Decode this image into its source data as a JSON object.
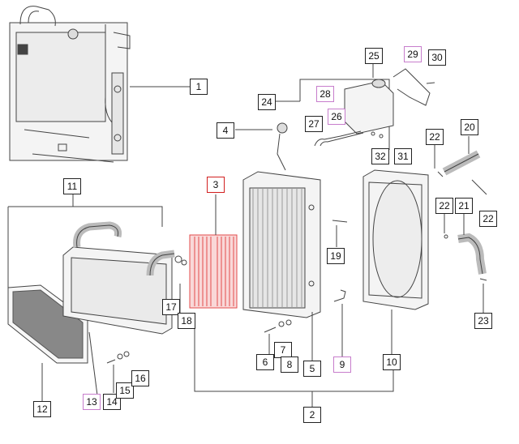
{
  "diagram": {
    "colors": {
      "line": "#444444",
      "callout_border": "#222222",
      "callout_highlight_pink": "#c77dcc",
      "callout_highlight_red": "#d21f1f",
      "filter_red": "#e34b4b",
      "part_fill": "#f4f4f4"
    },
    "callouts": [
      {
        "id": "c1",
        "label": "1",
        "style": "plain"
      },
      {
        "id": "c2",
        "label": "2",
        "style": "plain"
      },
      {
        "id": "c3",
        "label": "3",
        "style": "red"
      },
      {
        "id": "c4",
        "label": "4",
        "style": "plain"
      },
      {
        "id": "c5",
        "label": "5",
        "style": "plain"
      },
      {
        "id": "c6",
        "label": "6",
        "style": "plain"
      },
      {
        "id": "c7",
        "label": "7",
        "style": "plain"
      },
      {
        "id": "c8",
        "label": "8",
        "style": "plain"
      },
      {
        "id": "c9",
        "label": "9",
        "style": "pink"
      },
      {
        "id": "c10",
        "label": "10",
        "style": "plain"
      },
      {
        "id": "c11",
        "label": "11",
        "style": "plain"
      },
      {
        "id": "c12",
        "label": "12",
        "style": "plain"
      },
      {
        "id": "c13",
        "label": "13",
        "style": "pink"
      },
      {
        "id": "c14",
        "label": "14",
        "style": "plain"
      },
      {
        "id": "c15",
        "label": "15",
        "style": "plain"
      },
      {
        "id": "c16",
        "label": "16",
        "style": "plain"
      },
      {
        "id": "c17",
        "label": "17",
        "style": "plain"
      },
      {
        "id": "c18",
        "label": "18",
        "style": "plain"
      },
      {
        "id": "c19",
        "label": "19",
        "style": "plain"
      },
      {
        "id": "c20",
        "label": "20",
        "style": "plain"
      },
      {
        "id": "c21",
        "label": "21",
        "style": "plain"
      },
      {
        "id": "c22a",
        "label": "22",
        "style": "plain"
      },
      {
        "id": "c22b",
        "label": "22",
        "style": "plain"
      },
      {
        "id": "c22c",
        "label": "22",
        "style": "plain"
      },
      {
        "id": "c23",
        "label": "23",
        "style": "plain"
      },
      {
        "id": "c24",
        "label": "24",
        "style": "plain"
      },
      {
        "id": "c25",
        "label": "25",
        "style": "plain"
      },
      {
        "id": "c26",
        "label": "26",
        "style": "pink"
      },
      {
        "id": "c27",
        "label": "27",
        "style": "plain"
      },
      {
        "id": "c28",
        "label": "28",
        "style": "pink"
      },
      {
        "id": "c29",
        "label": "29",
        "style": "pink"
      },
      {
        "id": "c30",
        "label": "30",
        "style": "plain"
      },
      {
        "id": "c31",
        "label": "31",
        "style": "plain"
      },
      {
        "id": "c32",
        "label": "32",
        "style": "plain"
      }
    ]
  }
}
